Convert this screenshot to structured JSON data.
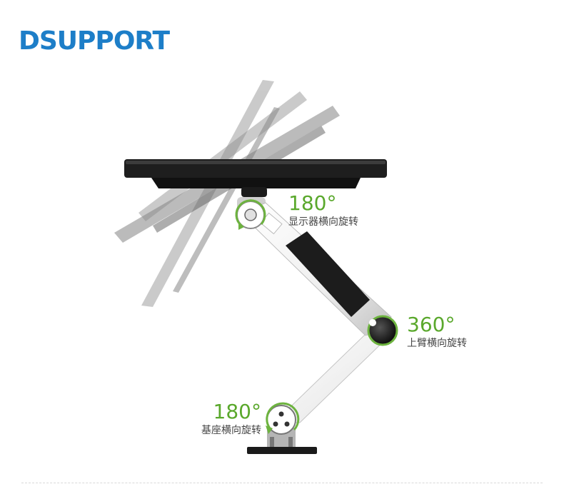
{
  "brand": {
    "name": "DSUPPORT",
    "color": "#1d7ec8"
  },
  "callouts": {
    "monitor": {
      "degree": "180°",
      "caption": "显示器横向旋转"
    },
    "upper_arm": {
      "degree": "360°",
      "caption": "上臂横向旋转"
    },
    "base": {
      "degree": "180°",
      "caption": "基座横向旋转"
    }
  },
  "colors": {
    "accent": "#6db33f",
    "degree_text": "#5aa82c"
  }
}
